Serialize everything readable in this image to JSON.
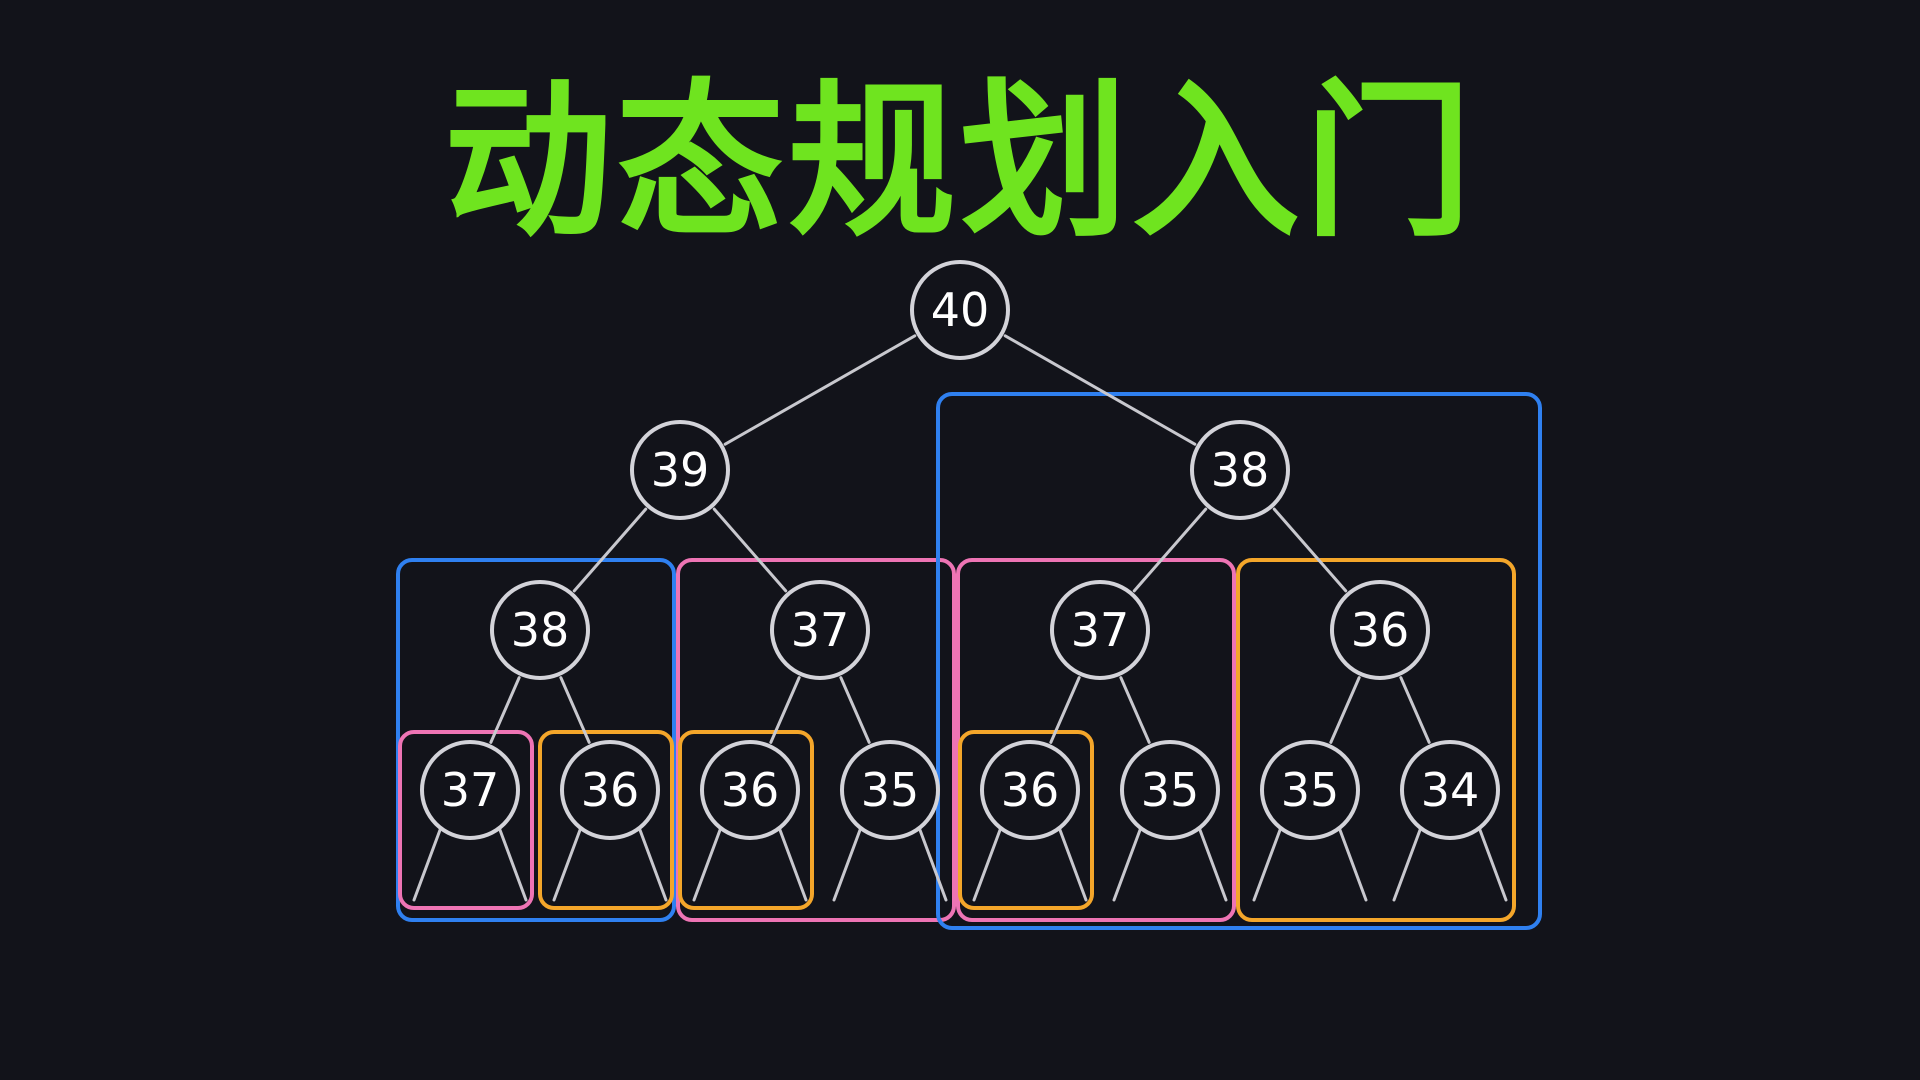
{
  "title": "动态规划入门",
  "colors": {
    "background": "#12131a",
    "title": "#6fe41f",
    "node_stroke": "#d3d3d9",
    "edge": "#c8c8ce",
    "label": "#ffffff",
    "blue": "#2f80f0",
    "pink": "#ee74b4",
    "orange": "#f4a62a"
  },
  "tree": {
    "nodes": [
      {
        "id": "n40",
        "label": "40",
        "depth": 0,
        "slot": 0
      },
      {
        "id": "n39",
        "label": "39",
        "depth": 1,
        "slot": 0
      },
      {
        "id": "n38a",
        "label": "38",
        "depth": 1,
        "slot": 1
      },
      {
        "id": "n38b",
        "label": "38",
        "depth": 2,
        "slot": 0
      },
      {
        "id": "n37a",
        "label": "37",
        "depth": 2,
        "slot": 1
      },
      {
        "id": "n37b",
        "label": "37",
        "depth": 2,
        "slot": 2
      },
      {
        "id": "n36a",
        "label": "36",
        "depth": 2,
        "slot": 3
      },
      {
        "id": "n37c",
        "label": "37",
        "depth": 3,
        "slot": 0
      },
      {
        "id": "n36b",
        "label": "36",
        "depth": 3,
        "slot": 1
      },
      {
        "id": "n36c",
        "label": "36",
        "depth": 3,
        "slot": 2
      },
      {
        "id": "n35a",
        "label": "35",
        "depth": 3,
        "slot": 3
      },
      {
        "id": "n36d",
        "label": "36",
        "depth": 3,
        "slot": 4
      },
      {
        "id": "n35b",
        "label": "35",
        "depth": 3,
        "slot": 5
      },
      {
        "id": "n35c",
        "label": "35",
        "depth": 3,
        "slot": 6
      },
      {
        "id": "n34",
        "label": "34",
        "depth": 3,
        "slot": 7
      }
    ],
    "edges": [
      [
        "n40",
        "n39"
      ],
      [
        "n40",
        "n38a"
      ],
      [
        "n39",
        "n38b"
      ],
      [
        "n39",
        "n37a"
      ],
      [
        "n38a",
        "n37b"
      ],
      [
        "n38a",
        "n36a"
      ],
      [
        "n38b",
        "n37c"
      ],
      [
        "n38b",
        "n36b"
      ],
      [
        "n37a",
        "n36c"
      ],
      [
        "n37a",
        "n35a"
      ],
      [
        "n37b",
        "n36d"
      ],
      [
        "n37b",
        "n35b"
      ],
      [
        "n36a",
        "n35c"
      ],
      [
        "n36a",
        "n34"
      ]
    ],
    "leaf_stubs": [
      "n37c",
      "n36b",
      "n36c",
      "n35a",
      "n36d",
      "n35b",
      "n35c",
      "n34"
    ],
    "groups": [
      {
        "name": "group-blue-left",
        "color": "blue",
        "covers": [
          "n38b"
        ]
      },
      {
        "name": "group-pink-middle",
        "color": "pink",
        "covers": [
          "n37a"
        ]
      },
      {
        "name": "group-blue-right",
        "color": "blue",
        "covers": [
          "n38a"
        ]
      },
      {
        "name": "group-pink-right",
        "color": "pink",
        "covers": [
          "n37b"
        ]
      },
      {
        "name": "group-orange-right",
        "color": "orange",
        "covers": [
          "n36a"
        ]
      },
      {
        "name": "group-pink-leaf",
        "color": "pink",
        "covers": [
          "n37c"
        ]
      },
      {
        "name": "group-orange-leaf-1",
        "color": "orange",
        "covers": [
          "n36b"
        ]
      },
      {
        "name": "group-orange-leaf-2",
        "color": "orange",
        "covers": [
          "n36c"
        ]
      },
      {
        "name": "group-orange-leaf-3",
        "color": "orange",
        "covers": [
          "n36d"
        ]
      }
    ]
  }
}
